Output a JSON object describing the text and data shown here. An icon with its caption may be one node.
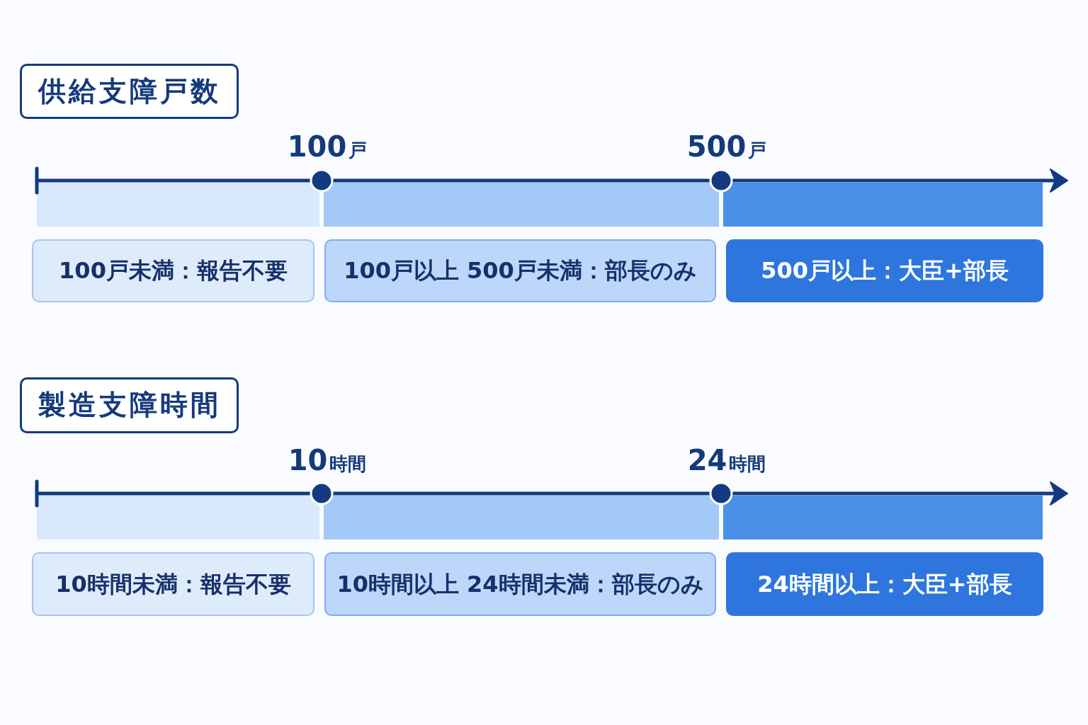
{
  "diagram": {
    "nodes": [
      {
        "text": [
          "供給支障戸数"
        ]
      },
      {
        "text": [
          "100戸未満：報告不要"
        ]
      },
      {
        "text": [
          "100戸以上 500戸未満：部長のみ"
        ]
      },
      {
        "text": [
          "500戸以上：大臣+部長"
        ]
      },
      {
        "text": [
          "製造支障時間"
        ]
      },
      {
        "text": [
          "10時間未満：報告不要"
        ]
      },
      {
        "text": [
          "10時間以上 24時間未満：部長のみ"
        ]
      },
      {
        "text": [
          "24時間以上：大臣+部長"
        ]
      }
    ],
    "labels": [
      "100戸",
      "500戸",
      "10時間",
      "24時間"
    ]
  }
}
